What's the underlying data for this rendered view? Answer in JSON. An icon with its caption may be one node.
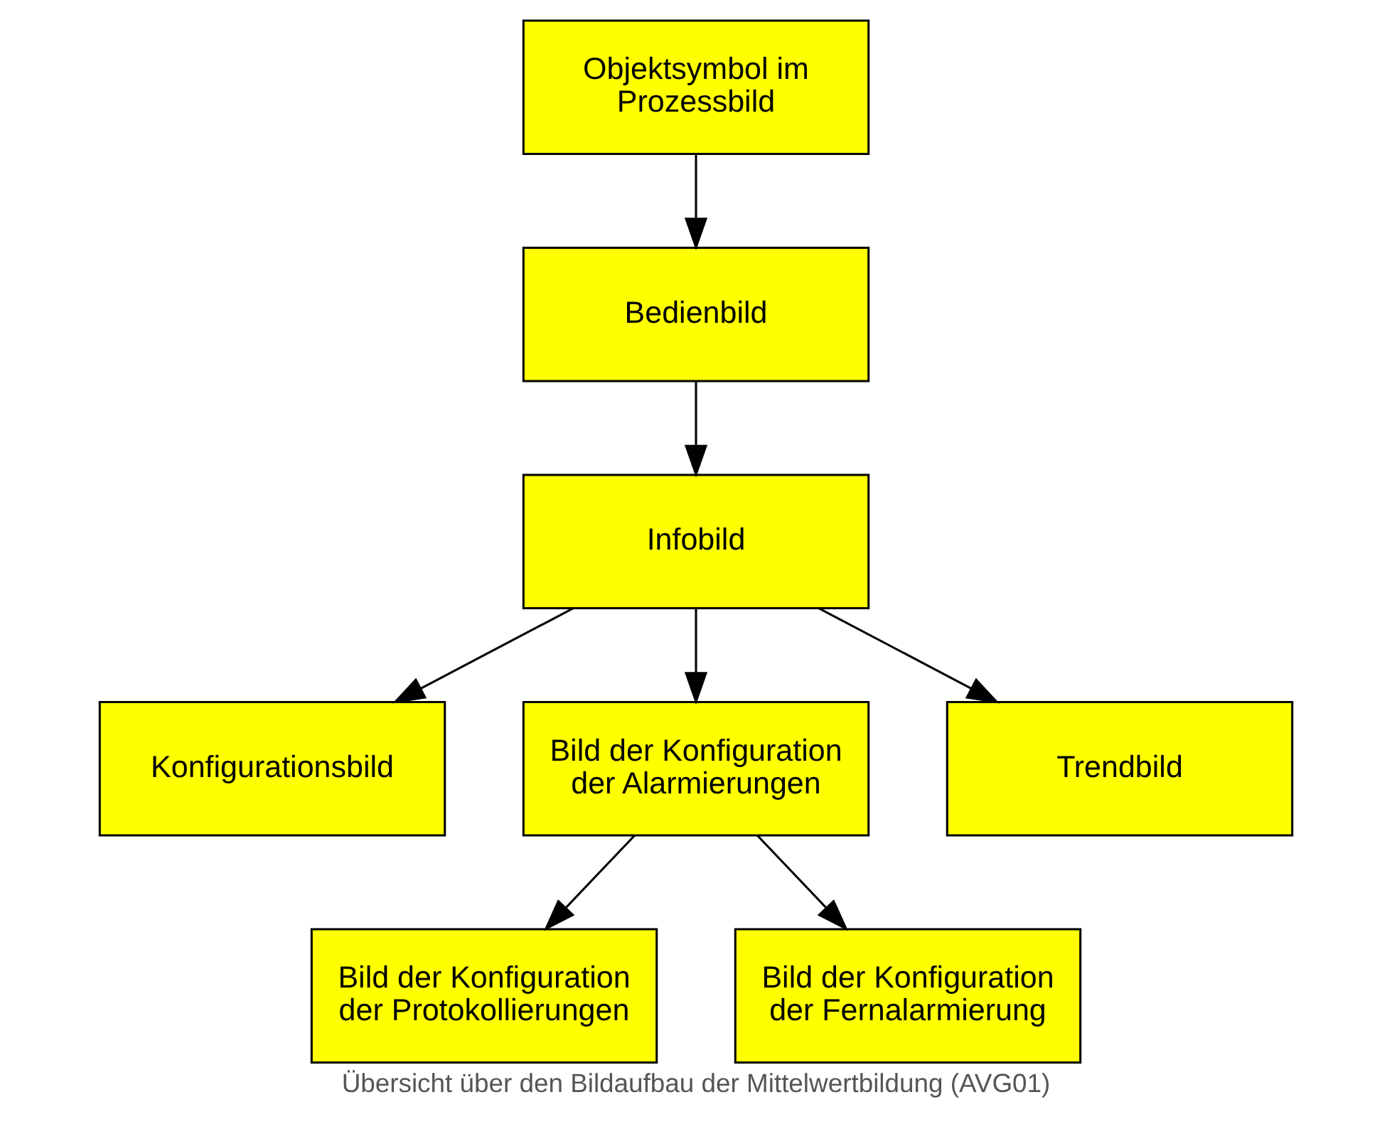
{
  "diagram": {
    "caption": "Übersicht über den Bildaufbau der Mittelwertbildung (AVG01)",
    "nodes": [
      {
        "text": [
          "Objektsymbol im Prozessbild"
        ]
      },
      {
        "text": [
          "Bedienbild"
        ]
      },
      {
        "text": [
          "Infobild"
        ]
      },
      {
        "text": [
          "Konfigurationsbild"
        ]
      },
      {
        "text": [
          "Bild der Konfiguration der Alarmierungen"
        ]
      },
      {
        "text": [
          "Trendbild"
        ]
      },
      {
        "text": [
          "Bild der Konfiguration der Protokollierungen"
        ]
      },
      {
        "text": [
          "Bild der Konfiguration der Fernalarmierung"
        ]
      }
    ],
    "edges": [
      {
        "from": 0,
        "to": 1,
        "arrow": "to"
      },
      {
        "from": 1,
        "to": 2,
        "arrow": "to"
      },
      {
        "from": 2,
        "to": 3,
        "arrow": "to"
      },
      {
        "from": 2,
        "to": 4,
        "arrow": "to"
      },
      {
        "from": 2,
        "to": 5,
        "arrow": "to"
      },
      {
        "from": 4,
        "to": 6,
        "arrow": "to"
      },
      {
        "from": 4,
        "to": 7,
        "arrow": "to"
      }
    ]
  }
}
